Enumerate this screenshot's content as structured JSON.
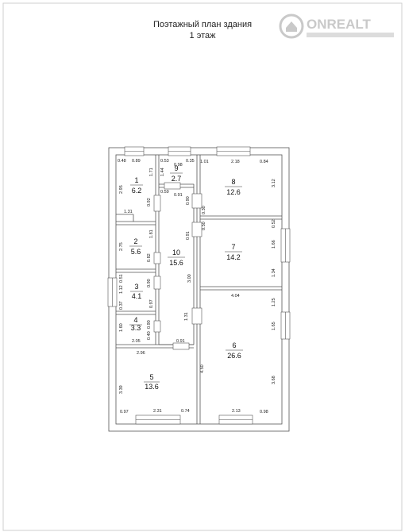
{
  "header": {
    "title": "Поэтажный план здания",
    "floor": "1 этаж"
  },
  "watermark": {
    "brand": "ONREALT",
    "tagline": "",
    "color": "#c9c9c9"
  },
  "rooms": [
    {
      "id": "r1",
      "number": "1",
      "area": "6.2"
    },
    {
      "id": "r2",
      "number": "2",
      "area": "5.6"
    },
    {
      "id": "r3",
      "number": "3",
      "area": "4.1"
    },
    {
      "id": "r4",
      "number": "4",
      "area": "3.3"
    },
    {
      "id": "r5",
      "number": "5",
      "area": "13.6"
    },
    {
      "id": "r6",
      "number": "6",
      "area": "26.6"
    },
    {
      "id": "r7",
      "number": "7",
      "area": "14.2"
    },
    {
      "id": "r8",
      "number": "8",
      "area": "12.6"
    },
    {
      "id": "r9",
      "number": "9",
      "area": "2.7"
    },
    {
      "id": "r10",
      "number": "10",
      "area": "15.6"
    }
  ],
  "dimensions": [
    "0.48",
    "0.89",
    "1.71",
    "2.95",
    "0.92",
    "1.31",
    "0.53",
    "0.98",
    "0.35",
    "1.44",
    "0.59",
    "0.91",
    "1.01",
    "2.18",
    "0.84",
    "3.12",
    "0.90",
    "0.30",
    "0.50",
    "0.52",
    "1.66",
    "1.34",
    "2.75",
    "1.81",
    "0.82",
    "0.91",
    "3.00",
    "1.12",
    "0.51",
    "0.37",
    "0.90",
    "0.97",
    "4.04",
    "1.25",
    "1.65",
    "1.31",
    "1.60",
    "0.90",
    "0.40",
    "2.05",
    "0.91",
    "2.96",
    "4.50",
    "3.68",
    "3.39",
    "0.97",
    "2.31",
    "0.74",
    "2.13",
    "0.98"
  ]
}
